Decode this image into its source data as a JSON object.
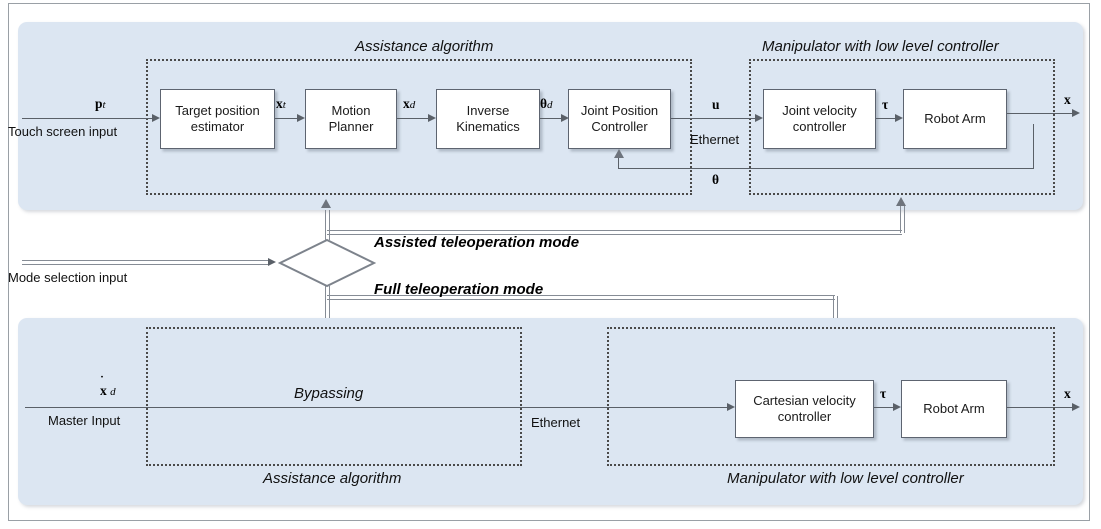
{
  "diagram": {
    "title": "Teleoperation control architecture block diagram",
    "colors": {
      "panel_blue": "#dce6f2",
      "block_white": "#ffffff",
      "line_gray": "#5a6068",
      "frame_gray": "#9aa0a6"
    }
  },
  "top_section": {
    "group_labels": {
      "assistance": "Assistance algorithm",
      "manipulator": "Manipulator with low level controller"
    },
    "input": {
      "signal": "p",
      "signal_sub": "t",
      "caption": "Touch screen input"
    },
    "blocks": [
      {
        "id": "target-position-estimator",
        "line1": "Target position",
        "line2": "estimator"
      },
      {
        "id": "motion-planner",
        "line1": "Motion",
        "line2": "Planner"
      },
      {
        "id": "inverse-kinematics",
        "line1": "Inverse",
        "line2": "Kinematics"
      },
      {
        "id": "joint-position-controller",
        "line1": "Joint Position",
        "line2": "Controller"
      },
      {
        "id": "joint-velocity-controller",
        "line1": "Joint velocity",
        "line2": "controller"
      },
      {
        "id": "robot-arm-top",
        "line1": "Robot Arm",
        "line2": ""
      }
    ],
    "signals": {
      "xt": "x",
      "xt_sub": "t",
      "xd": "x",
      "xd_sub": "d",
      "theta_d": "θ",
      "theta_d_sub": "d",
      "u": "u",
      "tau": "τ",
      "x_out": "x",
      "theta_fb": "θ"
    },
    "ethernet_label": "Ethernet"
  },
  "middle_section": {
    "mode_input_caption": "Mode selection input",
    "assisted_mode_label": "Assisted teleoperation mode",
    "full_mode_label": "Full teleoperation mode",
    "selector_name": "mode-selector-diamond"
  },
  "bottom_section": {
    "group_labels": {
      "assistance": "Assistance algorithm",
      "manipulator": "Manipulator with low level controller"
    },
    "bypassing_label": "Bypassing",
    "input": {
      "signal": "x",
      "signal_sub": "d",
      "signal_dot": "̇",
      "caption": "Master Input"
    },
    "blocks": [
      {
        "id": "cartesian-velocity-controller",
        "line1": "Cartesian velocity",
        "line2": "controller"
      },
      {
        "id": "robot-arm-bottom",
        "line1": "Robot Arm",
        "line2": ""
      }
    ],
    "signals": {
      "tau": "τ",
      "x_out": "x"
    },
    "ethernet_label": "Ethernet"
  }
}
